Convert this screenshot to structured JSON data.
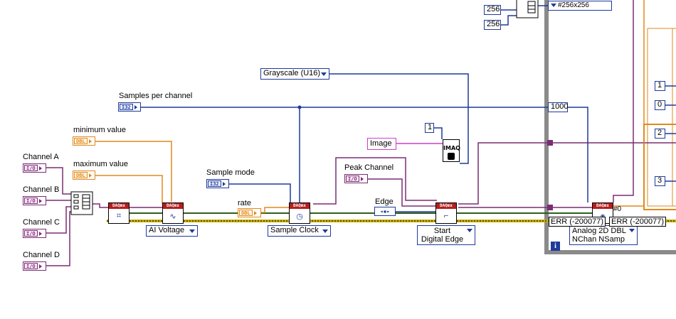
{
  "controls": {
    "channel_a": "Channel A",
    "channel_b": "Channel B",
    "channel_c": "Channel C",
    "channel_d": "Channel D",
    "minimum_value": "minimum value",
    "maximum_value": "maximum value",
    "samples_per_channel": "Samples per channel",
    "sample_mode": "Sample mode",
    "rate": "rate",
    "peak_channel": "Peak Channel",
    "edge": "Edge",
    "image": "Image"
  },
  "terminal_types": {
    "io": "I/O",
    "dbl": "DBL",
    "i32": "I32"
  },
  "rings": {
    "image_type": "Grayscale (U16)",
    "ai_voltage": "AI Voltage",
    "sample_clock": "Sample Clock",
    "start_trigger_line1": "Start",
    "start_trigger_line2": "Digital Edge",
    "read_line1": "Analog 2D DBL",
    "read_line2": "NChan NSamp",
    "array_size": "#256x256"
  },
  "constants": {
    "width": "256",
    "height": "256",
    "imaq_border": "1",
    "timeout": "1000",
    "index_1": "1",
    "index_0": "0",
    "index_2": "2",
    "index_3": "3"
  },
  "vi_labels": {
    "daqmx": "DAQmx",
    "imaq": "IMAQ"
  },
  "errors": {
    "left": "ERR (-200077)",
    "right": "ERR (-200077)"
  },
  "misc": {
    "iteration_index": "#0",
    "info_glyph": "i"
  },
  "colors": {
    "numeric_wire": "#1e3a9a",
    "double_wire": "#e08a1e",
    "io_wire": "#7a2d74",
    "image_wire": "#d03ccf",
    "error_wire": "#c8b200",
    "loop_border": "#8a8a8a"
  }
}
